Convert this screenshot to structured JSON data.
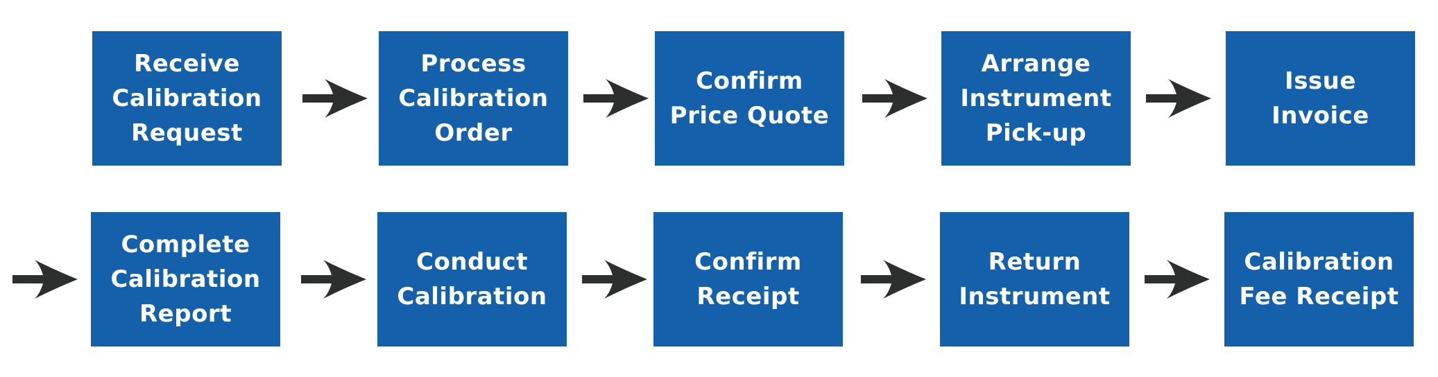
{
  "steps": [
    {
      "label": "Receive\nCalibration\nRequest"
    },
    {
      "label": "Process\nCalibration\nOrder"
    },
    {
      "label": "Confirm\nPrice Quote"
    },
    {
      "label": "Arrange\nInstrument\nPick-up"
    },
    {
      "label": "Issue\nInvoice"
    },
    {
      "label": "Complete\nCalibration\nReport"
    },
    {
      "label": "Conduct\nCalibration"
    },
    {
      "label": "Confirm\nReceipt"
    },
    {
      "label": "Return\nInstrument"
    },
    {
      "label": "Calibration\nFee Receipt"
    }
  ],
  "colors": {
    "box_fill": "#1560ab",
    "box_text": "#ffffff",
    "arrow": "#2d2f2f"
  },
  "icons": {
    "connector": "right-arrow-icon"
  }
}
